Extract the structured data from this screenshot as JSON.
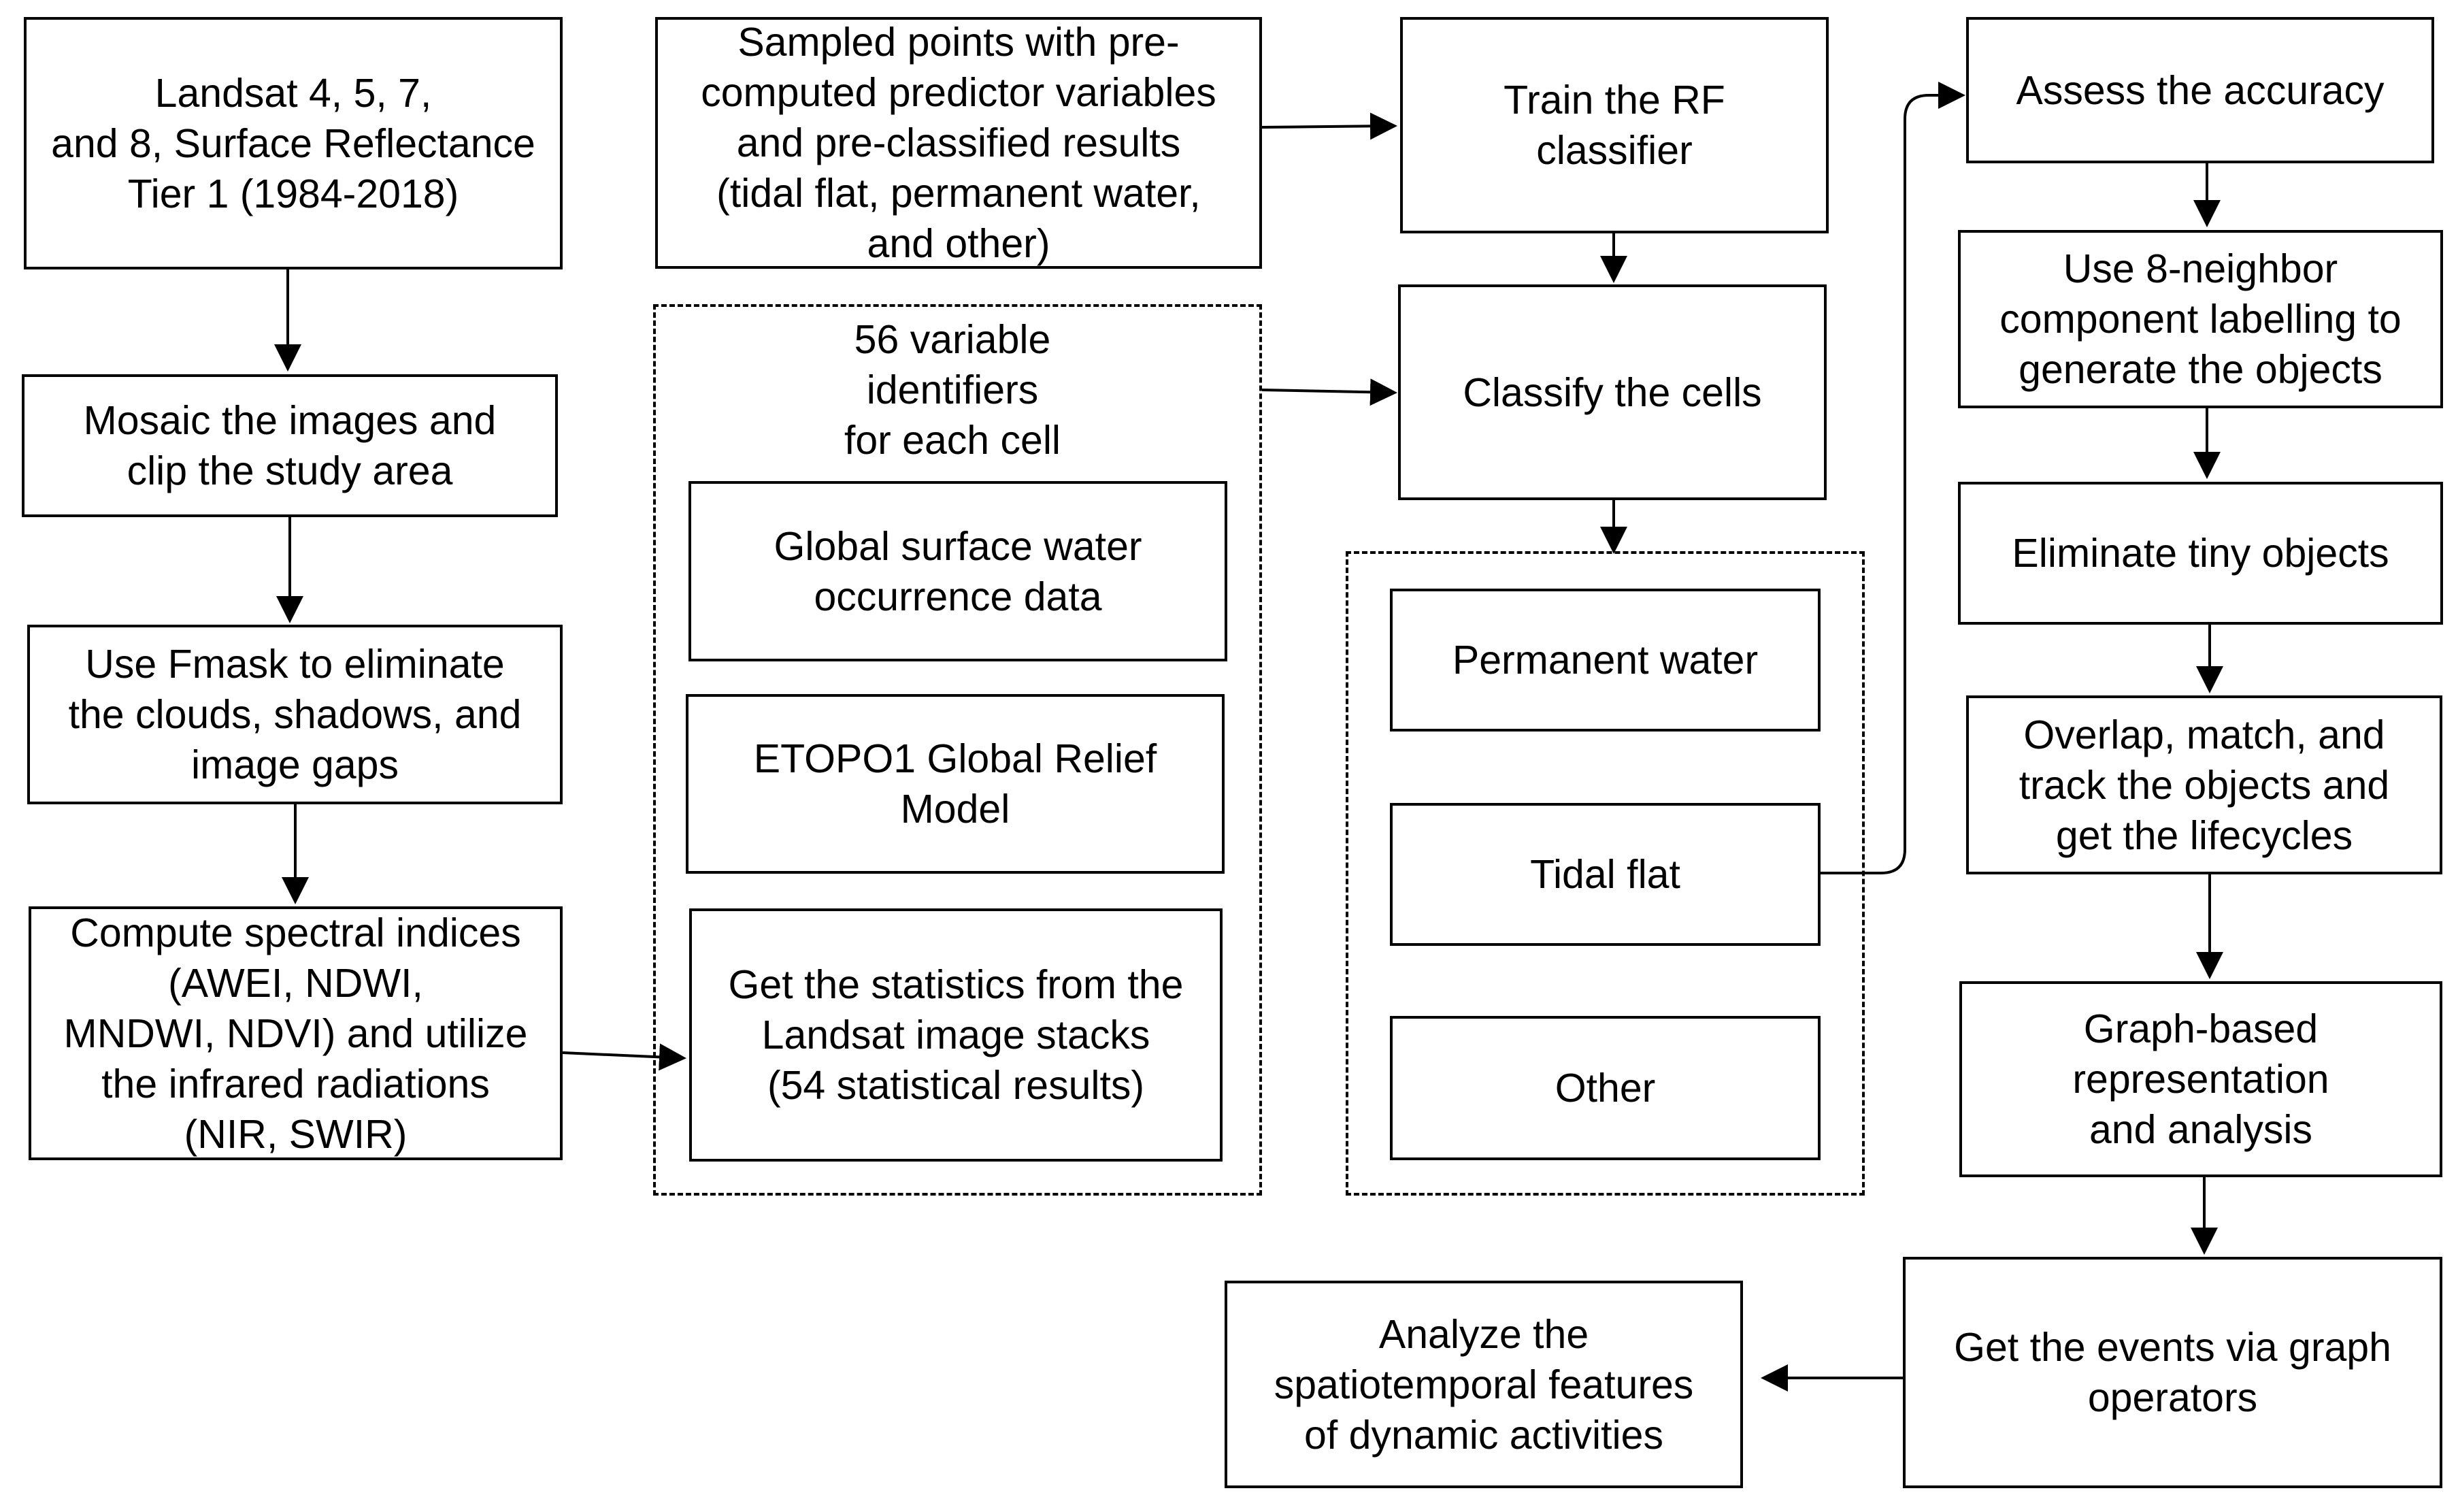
{
  "nodes": {
    "landsat": "Landsat 4, 5, 7,\nand 8, Surface Reflectance\nTier 1 (1984-2018)",
    "mosaic": "Mosaic the images and\nclip the study area",
    "fmask": "Use Fmask to eliminate\nthe clouds, shadows, and\nimage gaps",
    "spectral": "Compute spectral indices\n(AWEI, NDWI,\nMNDWI, NDVI) and utilize\nthe infrared radiations\n(NIR, SWIR)",
    "sampled": "Sampled points with pre-\ncomputed predictor variables\nand pre-classified results\n(tidal flat, permanent water,\nand other)",
    "train": "Train the RF\nclassifier",
    "classify": "Classify the cells",
    "global_water": "Global surface water\noccurrence data",
    "etopo": "ETOPO1 Global Relief\nModel",
    "statistics": "Get the statistics from the\nLandsat image stacks\n(54 statistical results)",
    "permanent_water": "Permanent water",
    "tidal_flat": "Tidal flat",
    "other": "Other",
    "accuracy": "Assess the accuracy",
    "labelling": "Use 8-neighbor\ncomponent labelling to\ngenerate the objects",
    "eliminate_tiny": "Eliminate tiny objects",
    "overlap": "Overlap, match, and\ntrack the objects and\nget the lifecycles",
    "graph": "Graph-based\nrepresentation\nand analysis",
    "events": "Get the events via graph\noperators",
    "analyze": "Analyze the\nspatiotemporal features\nof dynamic activities"
  },
  "groups": {
    "variables_label": "56 variable\nidentifiers\nfor each cell"
  }
}
